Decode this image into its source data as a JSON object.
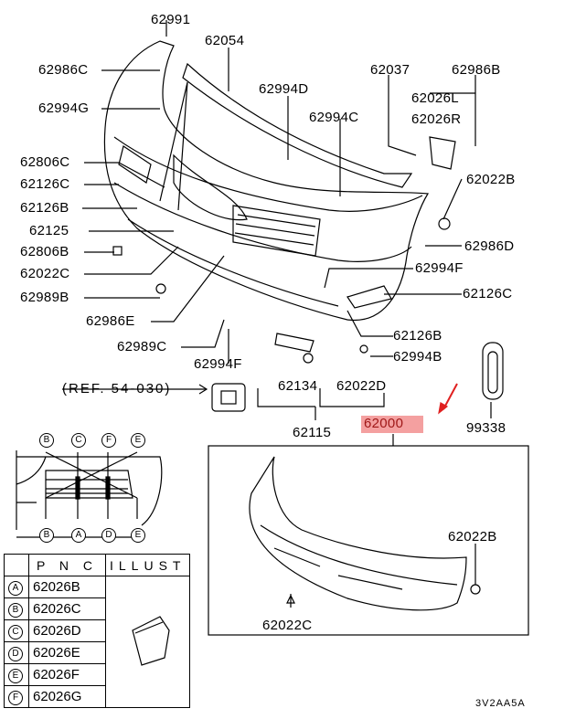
{
  "parts": [
    "62991",
    "62054",
    "62986C",
    "62994D",
    "62037",
    "62986B",
    "62026L",
    "62026R",
    "62994G",
    "62994C",
    "62806C",
    "62022B",
    "62126C",
    "62126B",
    "62125",
    "62986D",
    "62806B",
    "62022C",
    "62994F",
    "62989B",
    "62126C",
    "62986E",
    "62126B",
    "62989C",
    "62994B",
    "62994F",
    "62134",
    "62022D",
    "62115",
    "99338",
    "62022B",
    "62022C"
  ],
  "reference": "(REF. 54-030)",
  "highlighted_part": "62000",
  "highlight_color": "#f4a0a0",
  "detail_callouts_top": [
    "B",
    "C",
    "F",
    "E"
  ],
  "detail_callouts_bottom": [
    "B",
    "A",
    "D",
    "E"
  ],
  "table": {
    "headers": [
      "P N C",
      "ILLUST"
    ],
    "rows": [
      {
        "key": "A",
        "pnc": "62026B"
      },
      {
        "key": "B",
        "pnc": "62026C"
      },
      {
        "key": "C",
        "pnc": "62026D"
      },
      {
        "key": "D",
        "pnc": "62026E"
      },
      {
        "key": "E",
        "pnc": "62026F"
      },
      {
        "key": "F",
        "pnc": "62026G"
      }
    ]
  },
  "diagram_code": "3V2AA5A"
}
